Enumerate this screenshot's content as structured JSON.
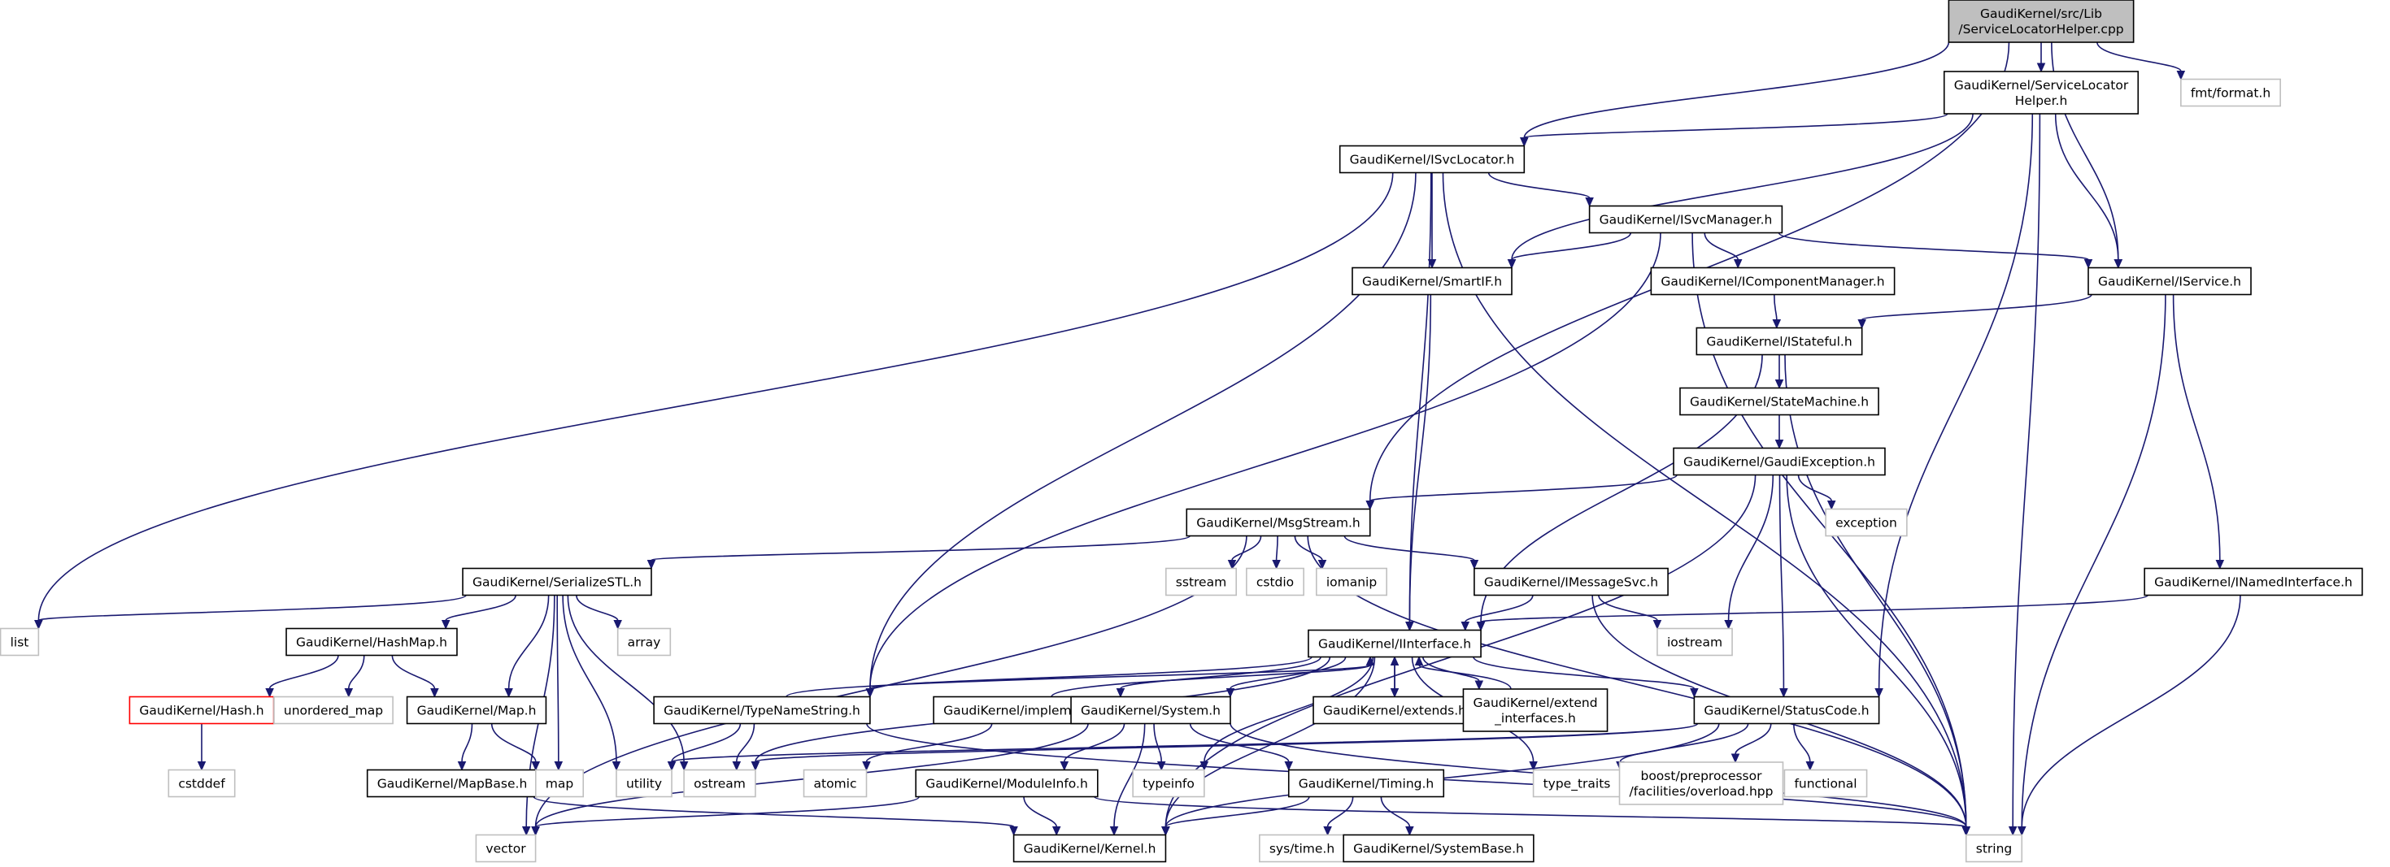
{
  "nodes": [
    {
      "id": "root",
      "label": [
        "GaudiKernel/src/Lib",
        "/ServiceLocatorHelper.cpp"
      ],
      "kind": "root"
    },
    {
      "id": "slh",
      "label": [
        "GaudiKernel/ServiceLocator",
        "Helper.h"
      ],
      "kind": "header"
    },
    {
      "id": "fmt",
      "label": [
        "fmt/format.h"
      ],
      "kind": "external"
    },
    {
      "id": "isvcloc",
      "label": [
        "GaudiKernel/ISvcLocator.h"
      ],
      "kind": "header"
    },
    {
      "id": "isvcmgr",
      "label": [
        "GaudiKernel/ISvcManager.h"
      ],
      "kind": "header"
    },
    {
      "id": "smartif",
      "label": [
        "GaudiKernel/SmartIF.h"
      ],
      "kind": "header"
    },
    {
      "id": "icompmgr",
      "label": [
        "GaudiKernel/IComponentManager.h"
      ],
      "kind": "header"
    },
    {
      "id": "iservice",
      "label": [
        "GaudiKernel/IService.h"
      ],
      "kind": "header"
    },
    {
      "id": "istateful",
      "label": [
        "GaudiKernel/IStateful.h"
      ],
      "kind": "header"
    },
    {
      "id": "statemachine",
      "label": [
        "GaudiKernel/StateMachine.h"
      ],
      "kind": "header"
    },
    {
      "id": "gaudiexc",
      "label": [
        "GaudiKernel/GaudiException.h"
      ],
      "kind": "header"
    },
    {
      "id": "exception",
      "label": [
        "exception"
      ],
      "kind": "external"
    },
    {
      "id": "msgstream",
      "label": [
        "GaudiKernel/MsgStream.h"
      ],
      "kind": "header"
    },
    {
      "id": "sstream",
      "label": [
        "sstream"
      ],
      "kind": "external"
    },
    {
      "id": "cstdio",
      "label": [
        "cstdio"
      ],
      "kind": "external"
    },
    {
      "id": "iomanip",
      "label": [
        "iomanip"
      ],
      "kind": "external"
    },
    {
      "id": "imsgsvc",
      "label": [
        "GaudiKernel/IMessageSvc.h"
      ],
      "kind": "header"
    },
    {
      "id": "inamed",
      "label": [
        "GaudiKernel/INamedInterface.h"
      ],
      "kind": "header"
    },
    {
      "id": "serialize",
      "label": [
        "GaudiKernel/SerializeSTL.h"
      ],
      "kind": "header"
    },
    {
      "id": "list",
      "label": [
        "list"
      ],
      "kind": "external"
    },
    {
      "id": "array",
      "label": [
        "array"
      ],
      "kind": "external"
    },
    {
      "id": "iostream",
      "label": [
        "iostream"
      ],
      "kind": "external"
    },
    {
      "id": "iinterface",
      "label": [
        "GaudiKernel/IInterface.h"
      ],
      "kind": "header"
    },
    {
      "id": "hashmap",
      "label": [
        "GaudiKernel/HashMap.h"
      ],
      "kind": "header"
    },
    {
      "id": "hash",
      "label": [
        "GaudiKernel/Hash.h"
      ],
      "kind": "truncated"
    },
    {
      "id": "unordered_map",
      "label": [
        "unordered_map"
      ],
      "kind": "external"
    },
    {
      "id": "map_h",
      "label": [
        "GaudiKernel/Map.h"
      ],
      "kind": "header"
    },
    {
      "id": "typenamestring",
      "label": [
        "GaudiKernel/TypeNameString.h"
      ],
      "kind": "header"
    },
    {
      "id": "implements",
      "label": [
        "GaudiKernel/implements.h"
      ],
      "kind": "header"
    },
    {
      "id": "system",
      "label": [
        "GaudiKernel/System.h"
      ],
      "kind": "header"
    },
    {
      "id": "extends",
      "label": [
        "GaudiKernel/extends.h"
      ],
      "kind": "header"
    },
    {
      "id": "extend_if",
      "label": [
        "GaudiKernel/extend",
        "_interfaces.h"
      ],
      "kind": "header"
    },
    {
      "id": "statuscode",
      "label": [
        "GaudiKernel/StatusCode.h"
      ],
      "kind": "header"
    },
    {
      "id": "cstddef",
      "label": [
        "cstddef"
      ],
      "kind": "external"
    },
    {
      "id": "mapbase",
      "label": [
        "GaudiKernel/MapBase.h"
      ],
      "kind": "header"
    },
    {
      "id": "map",
      "label": [
        "map"
      ],
      "kind": "external"
    },
    {
      "id": "utility",
      "label": [
        "utility"
      ],
      "kind": "external"
    },
    {
      "id": "ostream",
      "label": [
        "ostream"
      ],
      "kind": "external"
    },
    {
      "id": "atomic",
      "label": [
        "atomic"
      ],
      "kind": "external"
    },
    {
      "id": "typeinfo",
      "label": [
        "typeinfo"
      ],
      "kind": "external"
    },
    {
      "id": "moduleinfo",
      "label": [
        "GaudiKernel/ModuleInfo.h"
      ],
      "kind": "header"
    },
    {
      "id": "timing",
      "label": [
        "GaudiKernel/Timing.h"
      ],
      "kind": "header"
    },
    {
      "id": "type_traits",
      "label": [
        "type_traits"
      ],
      "kind": "external"
    },
    {
      "id": "boostpp",
      "label": [
        "boost/preprocessor",
        "/facilities/overload.hpp"
      ],
      "kind": "external"
    },
    {
      "id": "functional",
      "label": [
        "functional"
      ],
      "kind": "external"
    },
    {
      "id": "vector",
      "label": [
        "vector"
      ],
      "kind": "external"
    },
    {
      "id": "kernel",
      "label": [
        "GaudiKernel/Kernel.h"
      ],
      "kind": "header"
    },
    {
      "id": "systime",
      "label": [
        "sys/time.h"
      ],
      "kind": "external"
    },
    {
      "id": "systembase",
      "label": [
        "GaudiKernel/SystemBase.h"
      ],
      "kind": "header"
    },
    {
      "id": "string",
      "label": [
        "string"
      ],
      "kind": "external"
    }
  ],
  "edges": [
    [
      "root",
      "slh"
    ],
    [
      "root",
      "fmt"
    ],
    [
      "root",
      "isvcloc"
    ],
    [
      "root",
      "iservice"
    ],
    [
      "root",
      "msgstream"
    ],
    [
      "slh",
      "isvcloc"
    ],
    [
      "slh",
      "smartif"
    ],
    [
      "slh",
      "iservice"
    ],
    [
      "slh",
      "statuscode"
    ],
    [
      "slh",
      "string"
    ],
    [
      "isvcloc",
      "isvcmgr"
    ],
    [
      "isvcloc",
      "smartif"
    ],
    [
      "isvcloc",
      "list"
    ],
    [
      "isvcloc",
      "typenamestring"
    ],
    [
      "isvcloc",
      "iinterface"
    ],
    [
      "isvcloc",
      "string"
    ],
    [
      "isvcmgr",
      "smartif"
    ],
    [
      "isvcmgr",
      "icompmgr"
    ],
    [
      "isvcmgr",
      "iservice"
    ],
    [
      "isvcmgr",
      "typenamestring"
    ],
    [
      "isvcmgr",
      "string"
    ],
    [
      "smartif",
      "iinterface"
    ],
    [
      "icompmgr",
      "istateful"
    ],
    [
      "iservice",
      "istateful"
    ],
    [
      "iservice",
      "inamed"
    ],
    [
      "iservice",
      "string"
    ],
    [
      "istateful",
      "statemachine"
    ],
    [
      "istateful",
      "iinterface"
    ],
    [
      "istateful",
      "string"
    ],
    [
      "statemachine",
      "gaudiexc"
    ],
    [
      "gaudiexc",
      "msgstream"
    ],
    [
      "gaudiexc",
      "exception"
    ],
    [
      "gaudiexc",
      "iostream"
    ],
    [
      "gaudiexc",
      "statuscode"
    ],
    [
      "gaudiexc",
      "string"
    ],
    [
      "gaudiexc",
      "kernel"
    ],
    [
      "msgstream",
      "serialize"
    ],
    [
      "msgstream",
      "sstream"
    ],
    [
      "msgstream",
      "cstdio"
    ],
    [
      "msgstream",
      "iomanip"
    ],
    [
      "msgstream",
      "imsgsvc"
    ],
    [
      "msgstream",
      "vector"
    ],
    [
      "msgstream",
      "string"
    ],
    [
      "imsgsvc",
      "iinterface"
    ],
    [
      "imsgsvc",
      "iostream"
    ],
    [
      "imsgsvc",
      "string"
    ],
    [
      "inamed",
      "iinterface"
    ],
    [
      "inamed",
      "string"
    ],
    [
      "serialize",
      "list"
    ],
    [
      "serialize",
      "array"
    ],
    [
      "serialize",
      "hashmap"
    ],
    [
      "serialize",
      "map_h"
    ],
    [
      "serialize",
      "map"
    ],
    [
      "serialize",
      "utility"
    ],
    [
      "serialize",
      "ostream"
    ],
    [
      "serialize",
      "vector"
    ],
    [
      "hashmap",
      "hash"
    ],
    [
      "hashmap",
      "unordered_map"
    ],
    [
      "hashmap",
      "map_h"
    ],
    [
      "hash",
      "cstddef"
    ],
    [
      "map_h",
      "mapbase"
    ],
    [
      "map_h",
      "map"
    ],
    [
      "mapbase",
      "kernel"
    ],
    [
      "iinterface",
      "typenamestring"
    ],
    [
      "iinterface",
      "implements"
    ],
    [
      "iinterface",
      "system"
    ],
    [
      "iinterface",
      "extends"
    ],
    [
      "iinterface",
      "extend_if"
    ],
    [
      "iinterface",
      "statuscode"
    ],
    [
      "iinterface",
      "ostream"
    ],
    [
      "iinterface",
      "typeinfo"
    ],
    [
      "iinterface",
      "type_traits"
    ],
    [
      "iinterface",
      "kernel"
    ],
    [
      "typenamestring",
      "iinterface"
    ],
    [
      "typenamestring",
      "utility"
    ],
    [
      "typenamestring",
      "ostream"
    ],
    [
      "typenamestring",
      "string"
    ],
    [
      "implements",
      "iinterface"
    ],
    [
      "implements",
      "atomic"
    ],
    [
      "extends",
      "iinterface"
    ],
    [
      "extend_if",
      "iinterface"
    ],
    [
      "system",
      "moduleinfo"
    ],
    [
      "system",
      "timing"
    ],
    [
      "system",
      "typeinfo"
    ],
    [
      "system",
      "kernel"
    ],
    [
      "system",
      "vector"
    ],
    [
      "system",
      "string"
    ],
    [
      "statuscode",
      "utility"
    ],
    [
      "statuscode",
      "ostream"
    ],
    [
      "statuscode",
      "type_traits"
    ],
    [
      "statuscode",
      "boostpp"
    ],
    [
      "statuscode",
      "functional"
    ],
    [
      "statuscode",
      "kernel"
    ],
    [
      "moduleinfo",
      "kernel"
    ],
    [
      "moduleinfo",
      "vector"
    ],
    [
      "moduleinfo",
      "string"
    ],
    [
      "timing",
      "kernel"
    ],
    [
      "timing",
      "systime"
    ],
    [
      "timing",
      "systembase"
    ]
  ],
  "colors": {
    "edge": "#191970",
    "node_border": "#000000",
    "external_border": "#bfbfbf",
    "truncated_border": "#ff0000",
    "root_fill": "#bfbfbf"
  }
}
